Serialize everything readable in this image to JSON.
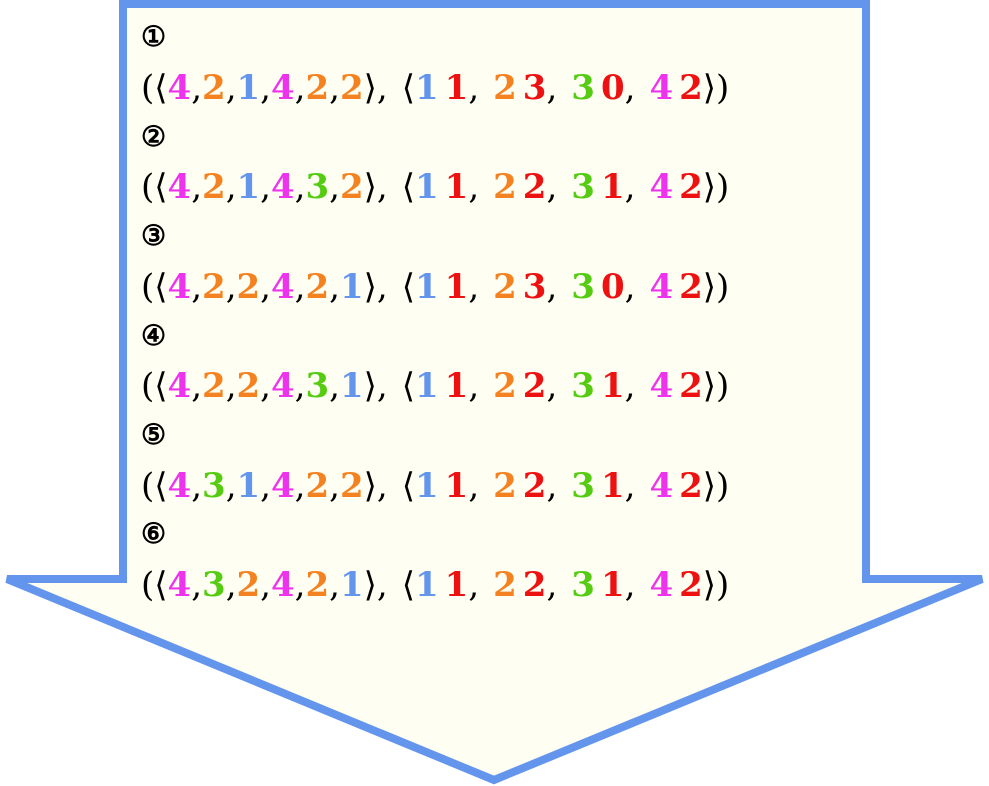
{
  "colors": {
    "arrow_fill": "#fefef2",
    "arrow_stroke": "#6495ed",
    "magenta": "#ee33ee",
    "orange": "#f58220",
    "blue": "#6495ed",
    "red": "#ee1111",
    "green": "#55cc11",
    "black": "#000000"
  },
  "steps": [
    {
      "label": "①",
      "seq": [
        [
          "4",
          "magenta"
        ],
        [
          "2",
          "orange"
        ],
        [
          "1",
          "blue"
        ],
        [
          "4",
          "magenta"
        ],
        [
          "2",
          "orange"
        ],
        [
          "2",
          "orange"
        ]
      ],
      "pairs": [
        [
          [
            "1",
            "blue"
          ],
          [
            "1",
            "red"
          ]
        ],
        [
          [
            "2",
            "orange"
          ],
          [
            "3",
            "red"
          ]
        ],
        [
          [
            "3",
            "green"
          ],
          [
            "0",
            "red"
          ]
        ],
        [
          [
            "4",
            "magenta"
          ],
          [
            "2",
            "red"
          ]
        ]
      ]
    },
    {
      "label": "②",
      "seq": [
        [
          "4",
          "magenta"
        ],
        [
          "2",
          "orange"
        ],
        [
          "1",
          "blue"
        ],
        [
          "4",
          "magenta"
        ],
        [
          "3",
          "green"
        ],
        [
          "2",
          "orange"
        ]
      ],
      "pairs": [
        [
          [
            "1",
            "blue"
          ],
          [
            "1",
            "red"
          ]
        ],
        [
          [
            "2",
            "orange"
          ],
          [
            "2",
            "red"
          ]
        ],
        [
          [
            "3",
            "green"
          ],
          [
            "1",
            "red"
          ]
        ],
        [
          [
            "4",
            "magenta"
          ],
          [
            "2",
            "red"
          ]
        ]
      ]
    },
    {
      "label": "③",
      "seq": [
        [
          "4",
          "magenta"
        ],
        [
          "2",
          "orange"
        ],
        [
          "2",
          "orange"
        ],
        [
          "4",
          "magenta"
        ],
        [
          "2",
          "orange"
        ],
        [
          "1",
          "blue"
        ]
      ],
      "pairs": [
        [
          [
            "1",
            "blue"
          ],
          [
            "1",
            "red"
          ]
        ],
        [
          [
            "2",
            "orange"
          ],
          [
            "3",
            "red"
          ]
        ],
        [
          [
            "3",
            "green"
          ],
          [
            "0",
            "red"
          ]
        ],
        [
          [
            "4",
            "magenta"
          ],
          [
            "2",
            "red"
          ]
        ]
      ]
    },
    {
      "label": "④",
      "seq": [
        [
          "4",
          "magenta"
        ],
        [
          "2",
          "orange"
        ],
        [
          "2",
          "orange"
        ],
        [
          "4",
          "magenta"
        ],
        [
          "3",
          "green"
        ],
        [
          "1",
          "blue"
        ]
      ],
      "pairs": [
        [
          [
            "1",
            "blue"
          ],
          [
            "1",
            "red"
          ]
        ],
        [
          [
            "2",
            "orange"
          ],
          [
            "2",
            "red"
          ]
        ],
        [
          [
            "3",
            "green"
          ],
          [
            "1",
            "red"
          ]
        ],
        [
          [
            "4",
            "magenta"
          ],
          [
            "2",
            "red"
          ]
        ]
      ]
    },
    {
      "label": "⑤",
      "seq": [
        [
          "4",
          "magenta"
        ],
        [
          "3",
          "green"
        ],
        [
          "1",
          "blue"
        ],
        [
          "4",
          "magenta"
        ],
        [
          "2",
          "orange"
        ],
        [
          "2",
          "orange"
        ]
      ],
      "pairs": [
        [
          [
            "1",
            "blue"
          ],
          [
            "1",
            "red"
          ]
        ],
        [
          [
            "2",
            "orange"
          ],
          [
            "2",
            "red"
          ]
        ],
        [
          [
            "3",
            "green"
          ],
          [
            "1",
            "red"
          ]
        ],
        [
          [
            "4",
            "magenta"
          ],
          [
            "2",
            "red"
          ]
        ]
      ]
    },
    {
      "label": "⑥",
      "seq": [
        [
          "4",
          "magenta"
        ],
        [
          "3",
          "green"
        ],
        [
          "2",
          "orange"
        ],
        [
          "4",
          "magenta"
        ],
        [
          "2",
          "orange"
        ],
        [
          "1",
          "blue"
        ]
      ],
      "pairs": [
        [
          [
            "1",
            "blue"
          ],
          [
            "1",
            "red"
          ]
        ],
        [
          [
            "2",
            "orange"
          ],
          [
            "2",
            "red"
          ]
        ],
        [
          [
            "3",
            "green"
          ],
          [
            "1",
            "red"
          ]
        ],
        [
          [
            "4",
            "magenta"
          ],
          [
            "2",
            "red"
          ]
        ]
      ]
    }
  ]
}
